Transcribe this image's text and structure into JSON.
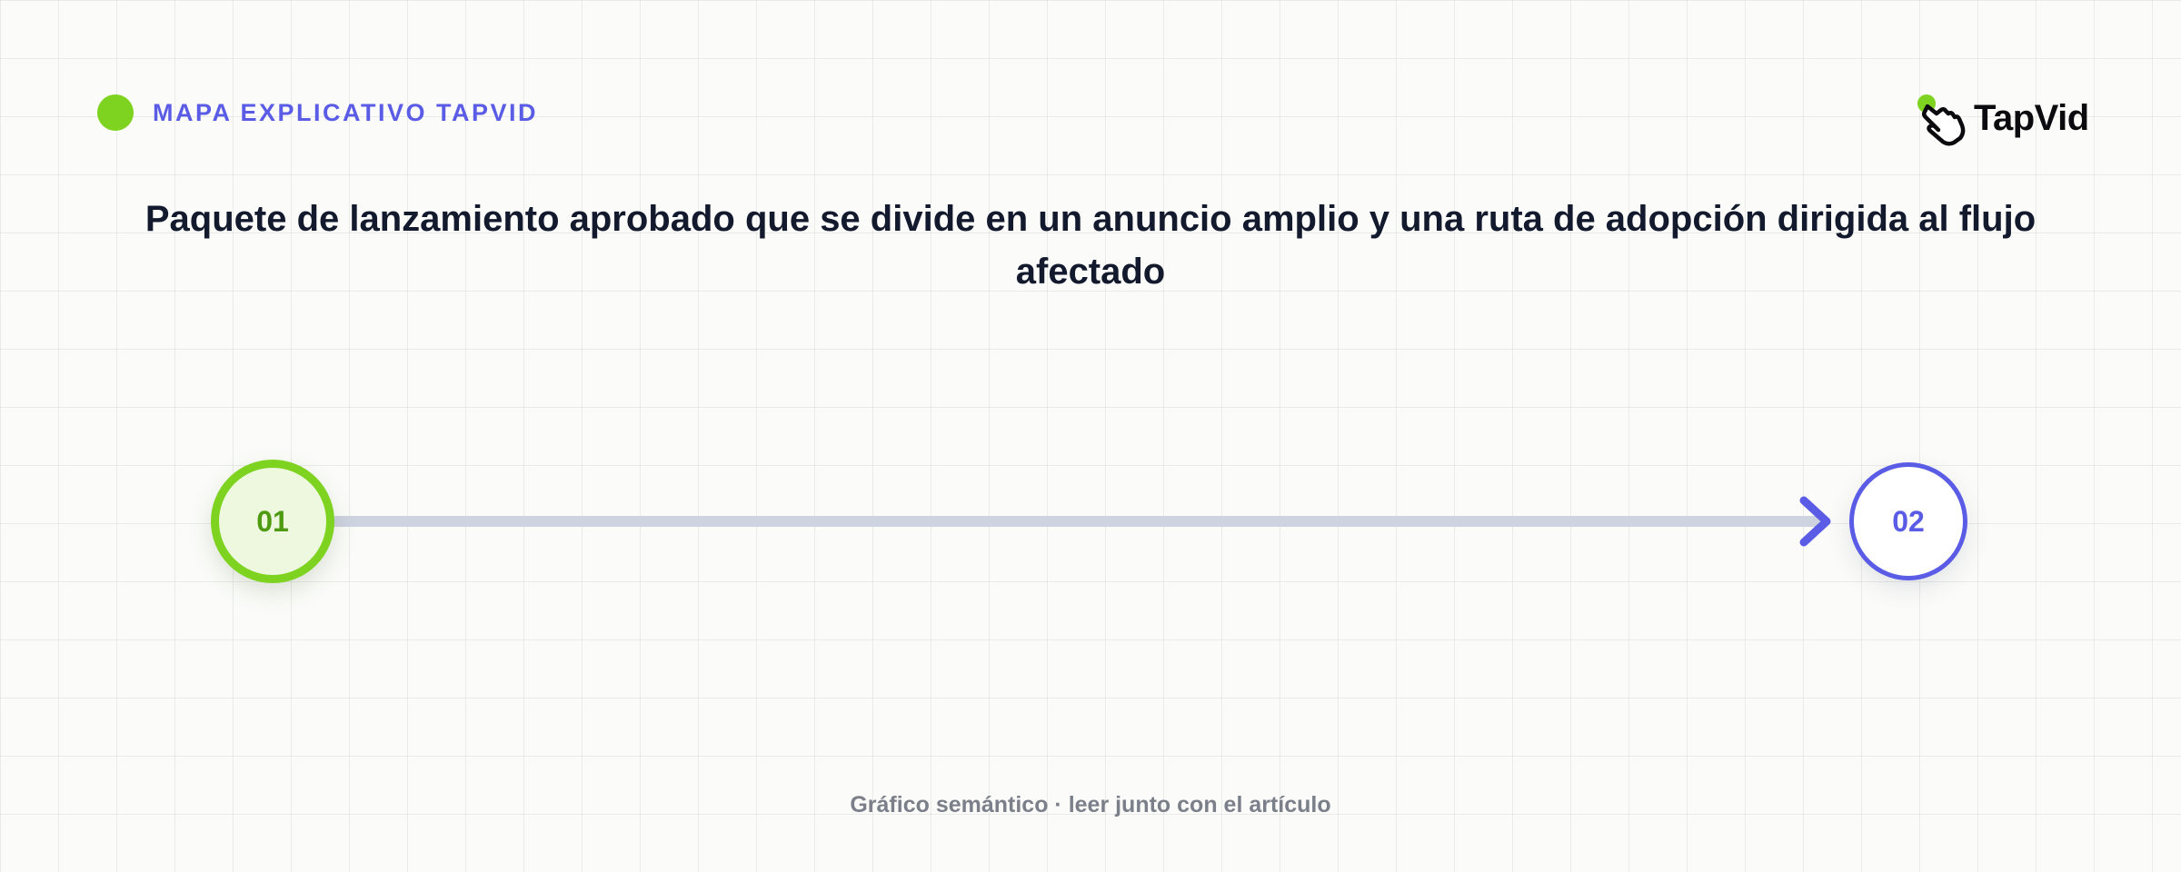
{
  "header": {
    "eyebrow": "MAPA EXPLICATIVO TAPVID",
    "brand_name": "TapVid"
  },
  "title": "Paquete de lanzamiento aprobado que se divide en un anuncio amplio y una ruta de adopción dirigida al flujo afectado",
  "diagram": {
    "nodes": [
      {
        "label": "01"
      },
      {
        "label": "02"
      }
    ],
    "connector": "arrow from 01 to 02"
  },
  "footer": {
    "note": "Gráfico semántico · leer junto con el artículo"
  },
  "colors": {
    "accent_green": "#7ed321",
    "accent_indigo": "#5b5ce6",
    "title_text": "#141a2e",
    "connector": "#cdd3df",
    "muted_text": "#7b7f8a"
  }
}
